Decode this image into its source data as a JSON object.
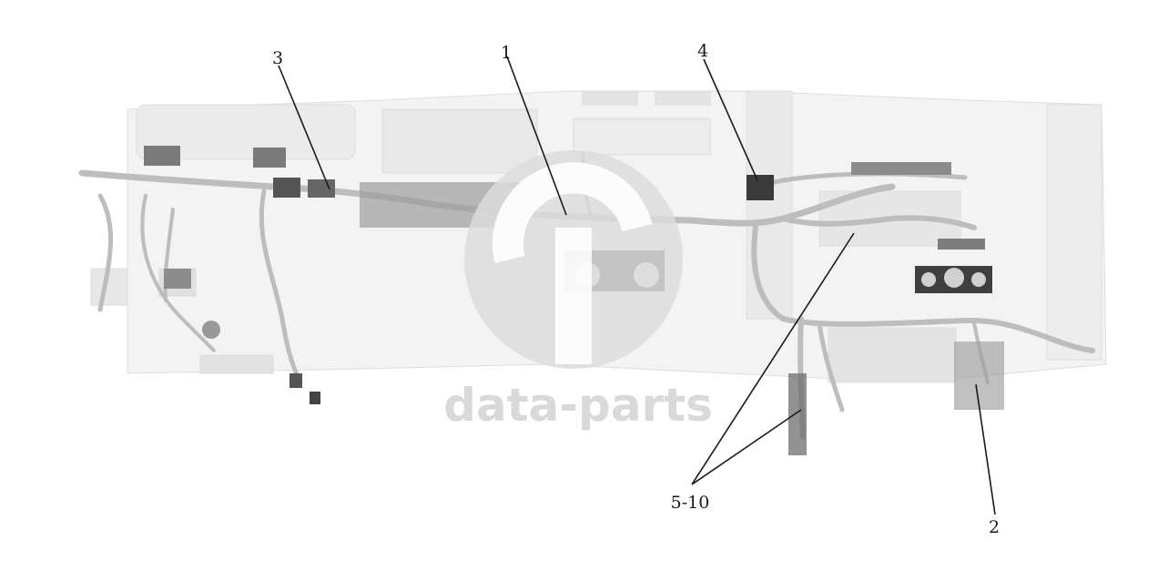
{
  "diagram": {
    "callouts": [
      {
        "id": "3",
        "label": "3"
      },
      {
        "id": "1",
        "label": "1"
      },
      {
        "id": "4",
        "label": "4"
      },
      {
        "id": "5-10",
        "label": "5-10"
      },
      {
        "id": "2",
        "label": "2"
      }
    ]
  },
  "watermark": {
    "text": "data-parts"
  },
  "colors": {
    "harness": "#bdbdbd",
    "panel": "#e6e6e6",
    "connector_dark": "#3a3a3a",
    "watermark": "#d9d9d9",
    "leader": "#1a1a1a"
  }
}
